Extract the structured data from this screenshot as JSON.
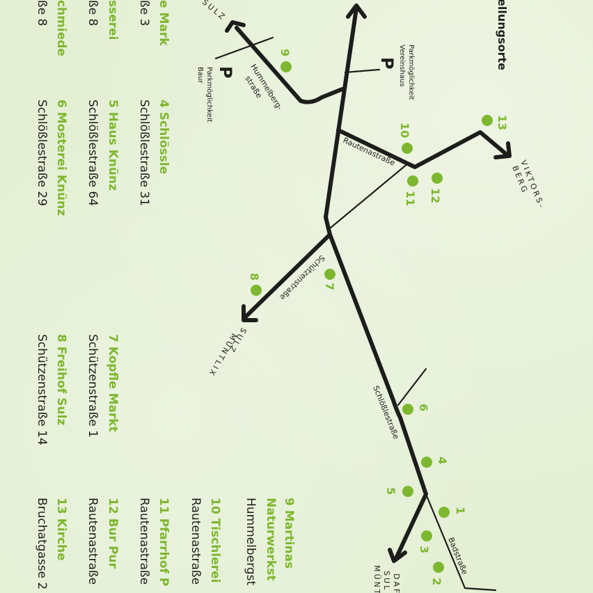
{
  "title": "ellungsorte",
  "streets": {
    "hummelberg_1": "Hummelberg-",
    "hummelberg_2": "straße",
    "rautenastrasse": "Rautenastraße",
    "schuetzenstrasse": "Schützenstraße",
    "schloesslestrasse": "Schlößlestraße",
    "badstrasse": "Badstraße"
  },
  "directions": {
    "sulz_top": "SULZ",
    "viktorsberg_1": "VIKTORS-",
    "viktorsberg_2": "BERG",
    "sulz_muentlix_1": "SULZ",
    "sulz_muentlix_2": "MÜNTLIX",
    "dafins_1": "DAF",
    "dafins_2": "SUL",
    "dafins_3": "MÜNT"
  },
  "parking": {
    "symbol": "P",
    "vereinshaus": [
      "Parkmöglichkeit",
      "Vereinshaus"
    ],
    "baur": [
      "Parkmöglichkeit",
      "Baur"
    ]
  },
  "markers": [
    "1",
    "2",
    "3",
    "4",
    "5",
    "6",
    "7",
    "8",
    "9",
    "10",
    "11",
    "12",
    "13"
  ],
  "locations": {
    "c1": [
      {
        "name": "e Mark",
        "addr": "ße 3"
      },
      {
        "name": "sserei",
        "addr": "ße 8"
      },
      {
        "name": "chmiede",
        "addr": "ße 8"
      }
    ],
    "c2": [
      {
        "name": "4  Schlössle",
        "addr": "Schlößlestraße 31"
      },
      {
        "name": "5  Haus Knünz",
        "addr": "Schlößlestraße 64"
      },
      {
        "name": "6  Mosterei Knünz",
        "addr": "Schlößlestraße 29"
      }
    ],
    "c3": [
      {
        "name": "7  Kopfle Markt",
        "addr": "Schützenstraße 1"
      },
      {
        "name": "8  Freihof Sulz",
        "addr": "Schützenstraße 14"
      }
    ],
    "c4": [
      {
        "name": "9  Martinas",
        "name2": "Naturwerkst",
        "addr": "Hummelbergst"
      },
      {
        "name": "10  Tischlerei",
        "addr": "Rautenastraße"
      },
      {
        "name": "11  Pfarrhof P",
        "addr": "Rautenastraße"
      },
      {
        "name": "12  Bur Pur",
        "addr": "Rautenastraße"
      },
      {
        "name": "13  Kirche",
        "addr": "Bruchatgasse 2"
      }
    ]
  },
  "colors": {
    "accent": "#7db72f",
    "text": "#1d1d1b",
    "background": "#e4efd4"
  }
}
